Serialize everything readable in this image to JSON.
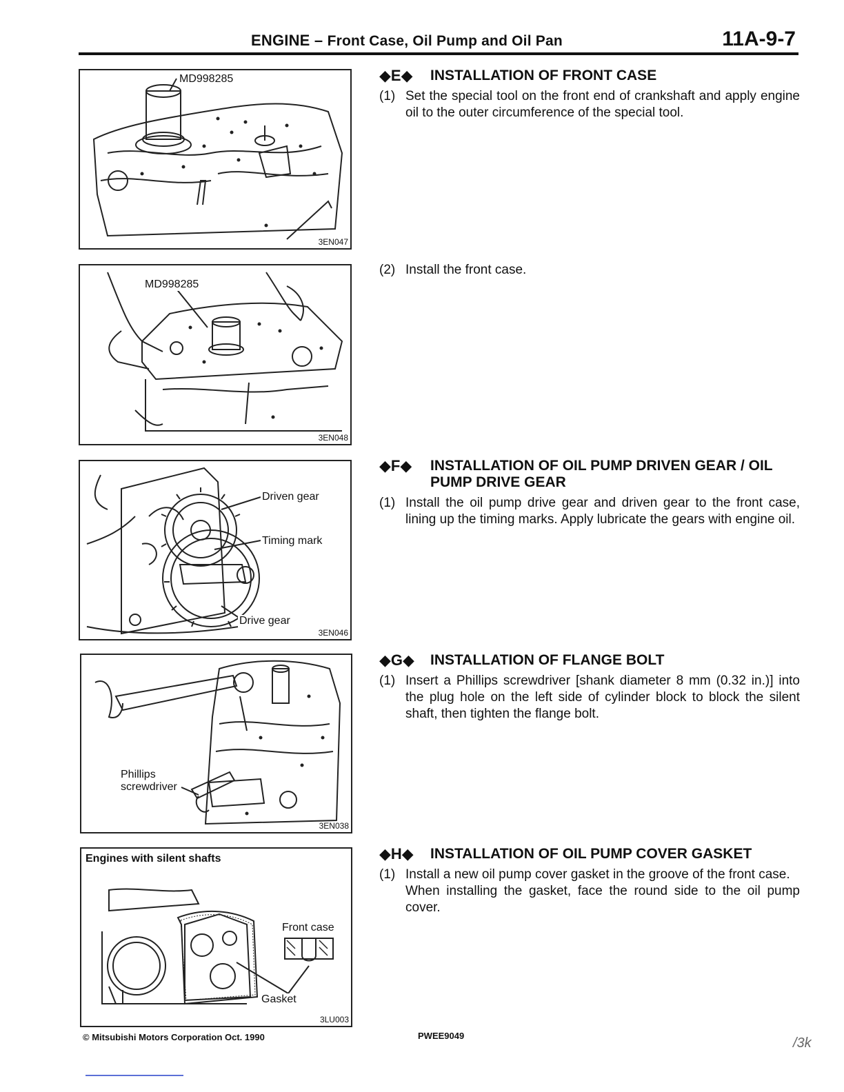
{
  "header": {
    "title_main": "ENGINE –",
    "title_sub": "Front Case, Oil Pump and Oil Pan",
    "page_number": "11A-9-7"
  },
  "figures": [
    {
      "code": "3EN047",
      "labels": [
        "MD998285"
      ]
    },
    {
      "code": "3EN048",
      "labels": [
        "MD998285"
      ]
    },
    {
      "code": "3EN046",
      "labels": [
        "Driven gear",
        "Timing mark",
        "Drive gear"
      ]
    },
    {
      "code": "3EN038",
      "labels": [
        "Phillips",
        "screwdriver"
      ]
    },
    {
      "code": "3LU003",
      "heading": "Engines with silent shafts",
      "labels": [
        "Front case",
        "Gasket"
      ]
    }
  ],
  "sections": [
    {
      "marker": "◆E◆",
      "title": "INSTALLATION OF FRONT CASE",
      "steps": [
        {
          "num": "(1)",
          "text": "Set the special tool on the front end of crankshaft and apply engine oil to the outer circumference of the special tool."
        },
        {
          "num": "(2)",
          "text": "Install the front case."
        }
      ]
    },
    {
      "marker": "◆F◆",
      "title": "INSTALLATION OF OIL PUMP DRIVEN GEAR / OIL PUMP DRIVE GEAR",
      "steps": [
        {
          "num": "(1)",
          "text": "Install the oil pump drive gear and driven gear to the front case, lining up the timing marks. Apply lubricate the gears with engine oil."
        }
      ]
    },
    {
      "marker": "◆G◆",
      "title": "INSTALLATION OF FLANGE BOLT",
      "steps": [
        {
          "num": "(1)",
          "text": "Insert a Phillips screwdriver [shank diameter 8 mm (0.32 in.)] into the plug hole on the left side of cylinder block to block the silent shaft, then tighten the flange bolt."
        }
      ]
    },
    {
      "marker": "◆H◆",
      "title": "INSTALLATION OF OIL PUMP COVER GASKET",
      "steps": [
        {
          "num": "(1)",
          "text": "Install a new oil pump cover gasket in the groove of the front case."
        },
        {
          "num": "",
          "text": "When installing the gasket, face the round side to the oil pump cover."
        }
      ]
    }
  ],
  "footer": {
    "copyright": "© Mitsubishi Motors Corporation   Oct. 1990",
    "doc_code": "PWEE9049",
    "handwriting": "/3k"
  }
}
